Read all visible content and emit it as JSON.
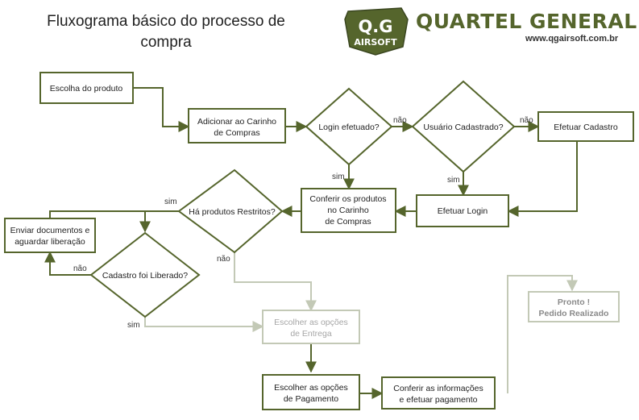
{
  "header": {
    "title_line1": "Fluxograma básico do processo de",
    "title_line2": "compra",
    "logo_top": "Q.G",
    "logo_bottom": "AIRSOFT",
    "brand_name": "QUARTEL GENERAL",
    "brand_url": "www.qgairsoft.com.br"
  },
  "colors": {
    "stroke": "#55652c",
    "stroke_faded": "#c3c9b6",
    "brand": "#55652c"
  },
  "nodes": {
    "escolha": [
      "Escolha do produto"
    ],
    "adicionar": [
      "Adicionar ao Carinho",
      "de Compras"
    ],
    "login": [
      "Login efetuado?"
    ],
    "cadastrado": [
      "Usuário Cadastrado?"
    ],
    "cadastro": [
      "Efetuar Cadastro"
    ],
    "efetuar_login": [
      "Efetuar Login"
    ],
    "conferir_produtos": [
      "Conferir os produtos",
      "no Carinho",
      "de Compras"
    ],
    "restritos": [
      "Há produtos Restritos?"
    ],
    "enviar": [
      "Enviar documentos e",
      "aguardar liberação"
    ],
    "liberado": [
      "Cadastro foi Liberado?"
    ],
    "entrega": [
      "Escolher as opções",
      "de Entrega"
    ],
    "pagamento": [
      "Escolher as opções",
      "de Pagamento"
    ],
    "conferir_info": [
      "Conferir as informações",
      "e efetuar pagamento"
    ],
    "pronto": [
      "Pronto !",
      "Pedido Realizado"
    ]
  },
  "labels": {
    "nao": "não",
    "sim": "sim"
  }
}
